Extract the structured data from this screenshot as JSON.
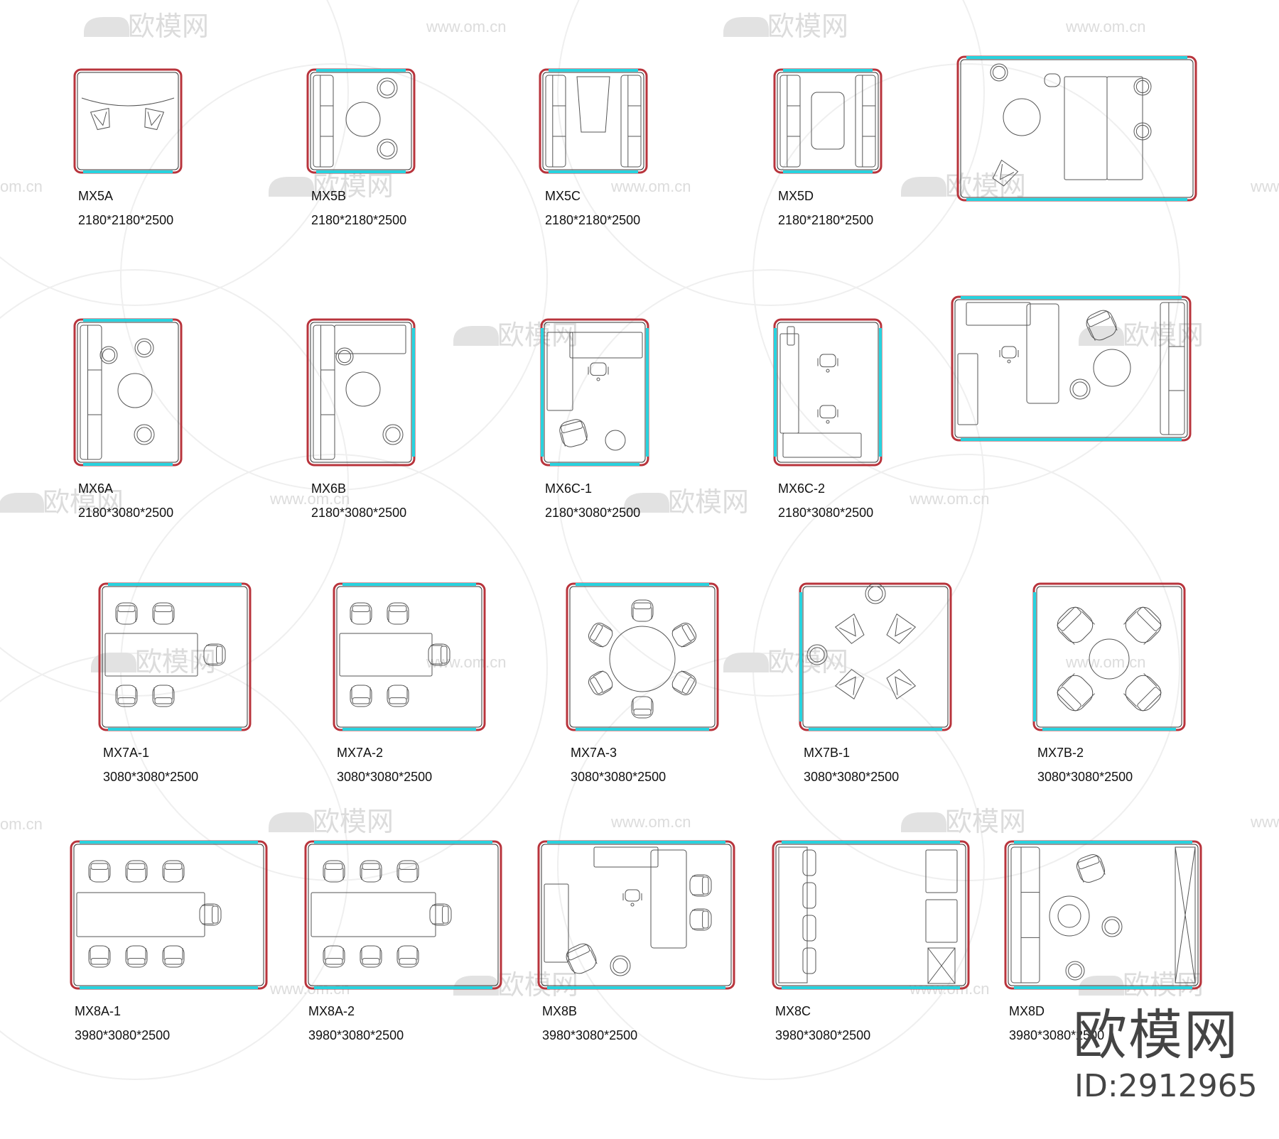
{
  "watermark": {
    "logo_text": "欧模网",
    "url_text": "www.om.cn",
    "short_url_text": "om.cn"
  },
  "brand": {
    "name": "欧模网",
    "id_text": "ID:2912965"
  },
  "colors": {
    "frame_red": "#b8343c",
    "glass_cyan": "#27d3df",
    "furniture_line": "#555555",
    "watermark": "#dcdcdc"
  },
  "plans": [
    {
      "model": "MX5A",
      "size": "2180*2180*2500",
      "glass_sides": [
        "bottom"
      ],
      "furniture": [
        "curved-bench",
        "lounge-chair",
        "lounge-chair"
      ]
    },
    {
      "model": "MX5B",
      "size": "2180*2180*2500",
      "glass_sides": [
        "top",
        "bottom"
      ],
      "furniture": [
        "sofa-left",
        "round-table",
        "stool",
        "stool"
      ]
    },
    {
      "model": "MX5C",
      "size": "2180*2180*2500",
      "glass_sides": [
        "top",
        "bottom"
      ],
      "furniture": [
        "sofa-left",
        "sofa-right",
        "table"
      ]
    },
    {
      "model": "MX5D",
      "size": "2180*2180*2500",
      "glass_sides": [
        "top",
        "bottom"
      ],
      "furniture": [
        "sofa-left",
        "sofa-right",
        "coffee-table"
      ]
    },
    {
      "model": "",
      "size": "",
      "glass_sides": [
        "top",
        "bottom"
      ],
      "furniture": [
        "round-table",
        "desk",
        "stool",
        "stool",
        "lounge-chair"
      ]
    },
    {
      "model": "MX6A",
      "size": "2180*3080*2500",
      "glass_sides": [
        "top",
        "bottom"
      ],
      "furniture": [
        "sofa-left",
        "round-table",
        "stool",
        "stool"
      ]
    },
    {
      "model": "MX6B",
      "size": "2180*3080*2500",
      "glass_sides": [
        "right"
      ],
      "furniture": [
        "sofa-left",
        "sofa-top",
        "round-table",
        "stool"
      ]
    },
    {
      "model": "MX6C-1",
      "size": "2180*3080*2500",
      "glass_sides": [
        "left",
        "right",
        "bottom"
      ],
      "furniture": [
        "desk",
        "office-chair",
        "armchair",
        "stool"
      ]
    },
    {
      "model": "MX6C-2",
      "size": "2180*3080*2500",
      "glass_sides": [
        "left",
        "right"
      ],
      "furniture": [
        "desk",
        "office-chair",
        "office-chair",
        "desk"
      ]
    },
    {
      "model": "",
      "size": "",
      "glass_sides": [
        "top",
        "bottom"
      ],
      "furniture": [
        "desk",
        "office-chair",
        "armchair",
        "round-table",
        "stool",
        "sofa-right"
      ]
    },
    {
      "model": "MX7A-1",
      "size": "3080*3080*2500",
      "glass_sides": [
        "top",
        "bottom"
      ],
      "furniture": [
        "long-table",
        "armchair",
        "armchair",
        "armchair",
        "armchair",
        "armchair"
      ]
    },
    {
      "model": "MX7A-2",
      "size": "3080*3080*2500",
      "glass_sides": [
        "top",
        "bottom"
      ],
      "furniture": [
        "long-table",
        "armchair",
        "armchair",
        "armchair",
        "armchair",
        "armchair"
      ]
    },
    {
      "model": "MX7A-3",
      "size": "3080*3080*2500",
      "glass_sides": [
        "top",
        "bottom"
      ],
      "furniture": [
        "round-table",
        "armchair",
        "armchair",
        "armchair",
        "armchair",
        "armchair",
        "armchair"
      ]
    },
    {
      "model": "MX7B-1",
      "size": "3080*3080*2500",
      "glass_sides": [
        "left",
        "bottom"
      ],
      "furniture": [
        "lounge-chair",
        "lounge-chair",
        "lounge-chair",
        "lounge-chair",
        "stool",
        "stool"
      ]
    },
    {
      "model": "MX7B-2",
      "size": "3080*3080*2500",
      "glass_sides": [
        "left",
        "bottom"
      ],
      "furniture": [
        "round-table",
        "armchair",
        "armchair",
        "armchair",
        "armchair"
      ]
    },
    {
      "model": "MX8A-1",
      "size": "3980*3080*2500",
      "glass_sides": [
        "top",
        "bottom"
      ],
      "furniture": [
        "long-table",
        "armchair",
        "armchair",
        "armchair",
        "armchair",
        "armchair",
        "armchair",
        "armchair"
      ]
    },
    {
      "model": "MX8A-2",
      "size": "3980*3080*2500",
      "glass_sides": [
        "top",
        "bottom"
      ],
      "furniture": [
        "long-table",
        "armchair",
        "armchair",
        "armchair",
        "armchair",
        "armchair",
        "armchair",
        "armchair"
      ]
    },
    {
      "model": "MX8B",
      "size": "3980*3080*2500",
      "glass_sides": [
        "top",
        "bottom"
      ],
      "furniture": [
        "desk",
        "office-chair",
        "armchair",
        "armchair",
        "armchair",
        "stool"
      ]
    },
    {
      "model": "MX8C",
      "size": "3980*3080*2500",
      "glass_sides": [
        "top",
        "bottom"
      ],
      "furniture": [
        "bench-row",
        "cabinet",
        "cabinet"
      ]
    },
    {
      "model": "MX8D",
      "size": "3980*3080*2500",
      "glass_sides": [
        "top",
        "bottom"
      ],
      "furniture": [
        "sofa-left",
        "armchair",
        "round-sofa",
        "stool",
        "stool",
        "shelf"
      ]
    }
  ]
}
